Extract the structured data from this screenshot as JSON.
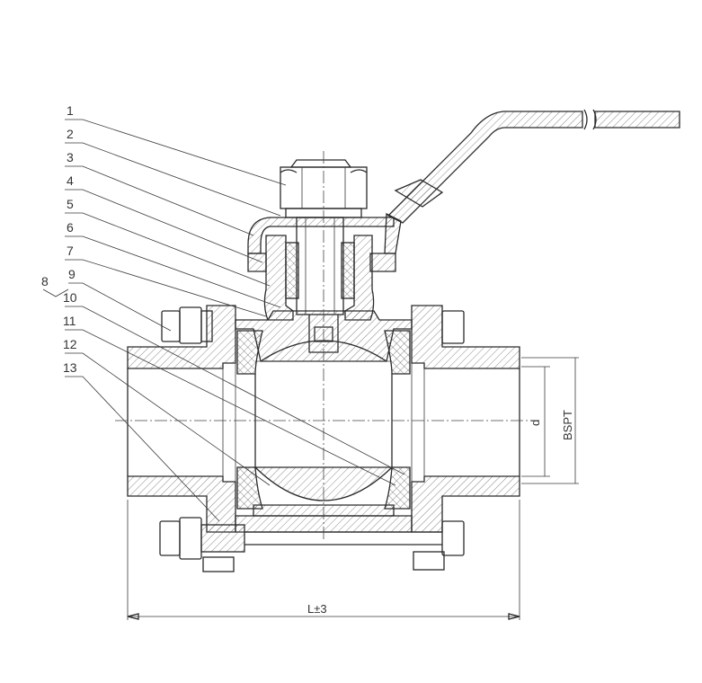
{
  "callouts": [
    {
      "label": "1"
    },
    {
      "label": "2"
    },
    {
      "label": "3"
    },
    {
      "label": "4"
    },
    {
      "label": "5"
    },
    {
      "label": "6"
    },
    {
      "label": "7"
    },
    {
      "label": "8"
    },
    {
      "label": "9"
    },
    {
      "label": "10"
    },
    {
      "label": "11"
    },
    {
      "label": "12"
    },
    {
      "label": "13"
    }
  ],
  "dimensions": {
    "length": "L±3",
    "bore": "d",
    "thread": "BSPT"
  },
  "colors": {
    "line": "#2a2a2a",
    "background": "#ffffff"
  }
}
